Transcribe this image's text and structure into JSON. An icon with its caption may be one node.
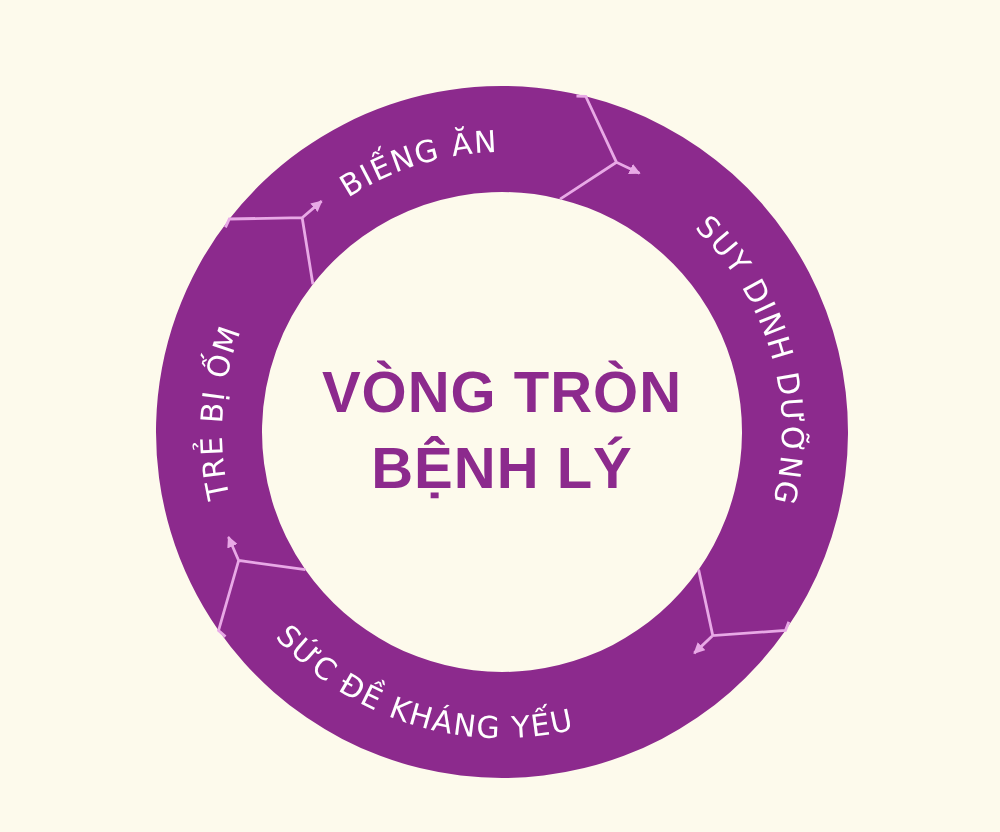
{
  "diagram": {
    "nodes": [
      {
        "text": [
          "BIẾNG ĂN"
        ]
      },
      {
        "text": [
          "SUY DINH DƯỠNG"
        ]
      },
      {
        "text": [
          "SỨC ĐỀ KHÁNG YẾU"
        ]
      },
      {
        "text": [
          "TRẺ BỊ ỐM"
        ]
      }
    ],
    "edges": [
      {
        "from": 3,
        "to": 0,
        "arrow": "to"
      },
      {
        "from": 0,
        "to": 1,
        "arrow": "to"
      },
      {
        "from": 1,
        "to": 2,
        "arrow": "to"
      },
      {
        "from": 2,
        "to": 3,
        "arrow": "to"
      }
    ],
    "labels": [
      "VÒNG TRÒN BỆNH LÝ"
    ]
  }
}
